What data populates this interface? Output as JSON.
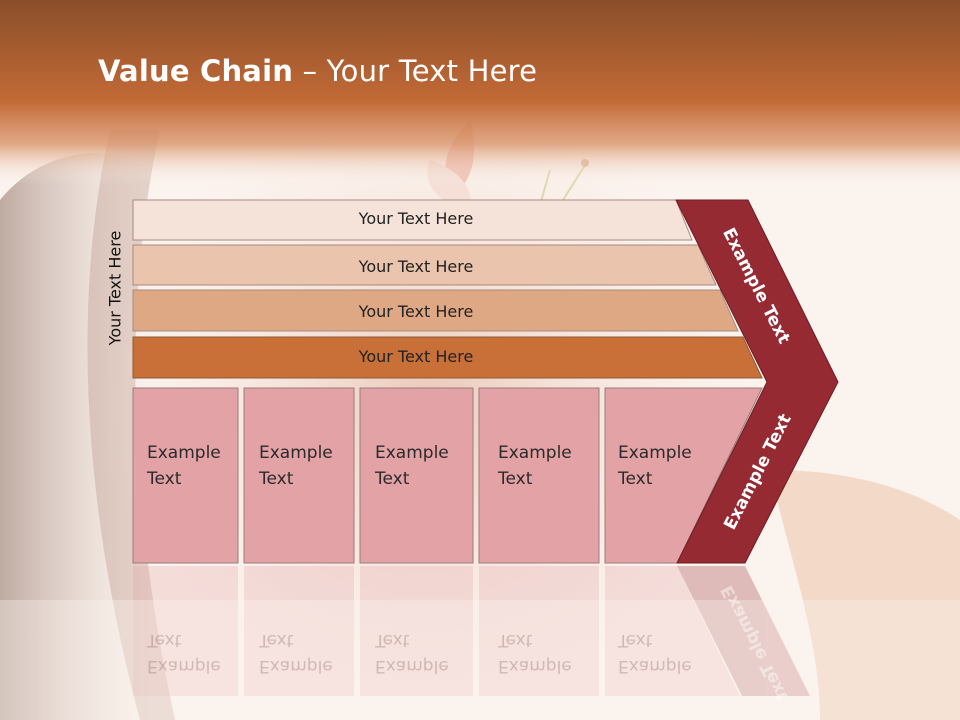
{
  "slide": {
    "title_bold": "Value Chain",
    "title_rest": " – Your Text Here",
    "side_label": "Your Text Here"
  },
  "bars": [
    {
      "label": "Your Text Here"
    },
    {
      "label": "Your Text Here"
    },
    {
      "label": "Your Text Here"
    },
    {
      "label": "Your Text Here"
    }
  ],
  "cells": [
    {
      "line1": "Example",
      "line2": "Text"
    },
    {
      "line1": "Example",
      "line2": "Text"
    },
    {
      "line1": "Example",
      "line2": "Text"
    },
    {
      "line1": "Example",
      "line2": "Text"
    },
    {
      "line1": "Example",
      "line2": "Text"
    }
  ],
  "arrow": {
    "upper_text": "Example Text",
    "lower_text": "Example Text"
  },
  "colors": {
    "header": "#c36a36",
    "bar1": "#f5e3da",
    "bar2": "#eac4ad",
    "bar3": "#dfa884",
    "bar4": "#c87038",
    "cell": "#e3a3a6",
    "arrow": "#962a32"
  }
}
